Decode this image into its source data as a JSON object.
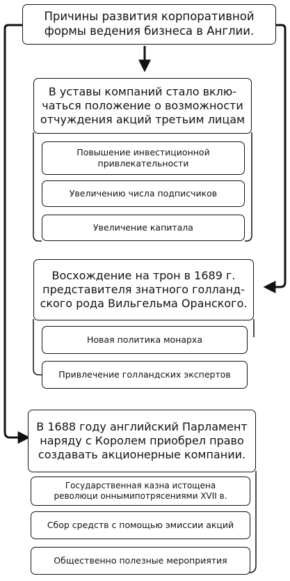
{
  "title": {
    "line1": "Причины развития корпоративной",
    "line2": "формы ведения бизнеса в Англии."
  },
  "groups": [
    {
      "main": [
        "В уставы компаний стало вклю-",
        "чаться положение о возможности",
        "отчуждения акций третьим лицам"
      ],
      "subs": [
        [
          "Повышение инвестиционной",
          "привлекательности"
        ],
        [
          "Увеличению числа  подписчиков"
        ],
        [
          "Увеличение капитала"
        ]
      ]
    },
    {
      "main": [
        "Восхождение на трон в 1689 г.",
        "представителя  знатного голланд-",
        "ского рода Вильгельма Оранского."
      ],
      "subs": [
        [
          "Новая политика монарха"
        ],
        [
          "Привлечение голландских экспертов"
        ]
      ]
    },
    {
      "main": [
        "В 1688 году английский Парламент",
        "наряду с Королем приобрел право",
        "создавать акционерные компании."
      ],
      "subs": [
        [
          "Государственная казна истощена",
          "революци оннымипотрясениями XVII в."
        ],
        [
          "Сбор средств с помощью эмиссии акций"
        ],
        [
          "Общественно полезные мероприятия"
        ]
      ]
    }
  ]
}
